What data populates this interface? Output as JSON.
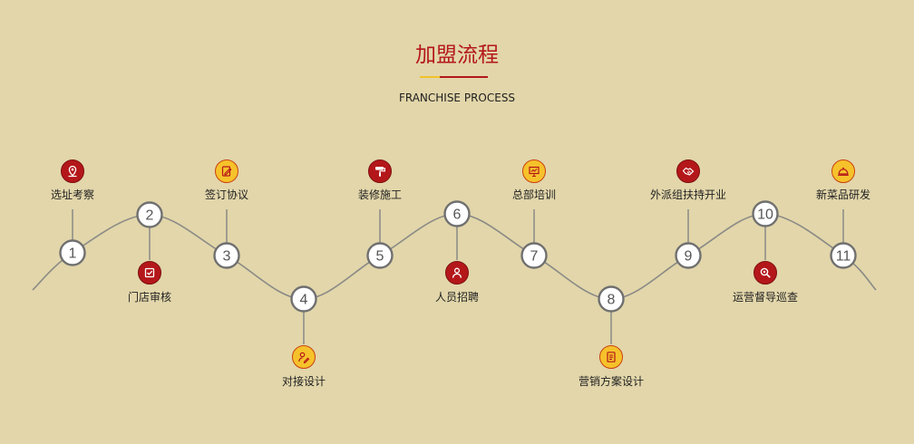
{
  "header": {
    "title": "加盟流程",
    "subtitle": "FRANCHISE PROCESS"
  },
  "colors": {
    "background": "#e2d6aa",
    "accent_red": "#b4171a",
    "accent_yellow": "#f6c22b",
    "line": "#8a8a86"
  },
  "steps": [
    {
      "number": "1",
      "label": "选址考察",
      "icon": "location-pin-icon",
      "icon_color": "red",
      "position": "above"
    },
    {
      "number": "2",
      "label": "门店审核",
      "icon": "checkbox-icon",
      "icon_color": "red",
      "position": "below"
    },
    {
      "number": "3",
      "label": "签订协议",
      "icon": "edit-document-icon",
      "icon_color": "yellow",
      "position": "above"
    },
    {
      "number": "4",
      "label": "对接设计",
      "icon": "user-edit-icon",
      "icon_color": "yellow",
      "position": "below"
    },
    {
      "number": "5",
      "label": "装修施工",
      "icon": "paint-roller-icon",
      "icon_color": "red",
      "position": "above"
    },
    {
      "number": "6",
      "label": "人员招聘",
      "icon": "person-icon",
      "icon_color": "red",
      "position": "below"
    },
    {
      "number": "7",
      "label": "总部培训",
      "icon": "presentation-icon",
      "icon_color": "yellow",
      "position": "above"
    },
    {
      "number": "8",
      "label": "营销方案设计",
      "icon": "document-list-icon",
      "icon_color": "yellow",
      "position": "below"
    },
    {
      "number": "9",
      "label": "外派组扶持开业",
      "icon": "handshake-icon",
      "icon_color": "red",
      "position": "above"
    },
    {
      "number": "10",
      "label": "运营督导巡查",
      "icon": "search-icon",
      "icon_color": "red",
      "position": "below"
    },
    {
      "number": "11",
      "label": "新菜品研发",
      "icon": "dish-cloche-icon",
      "icon_color": "yellow",
      "position": "above"
    }
  ]
}
